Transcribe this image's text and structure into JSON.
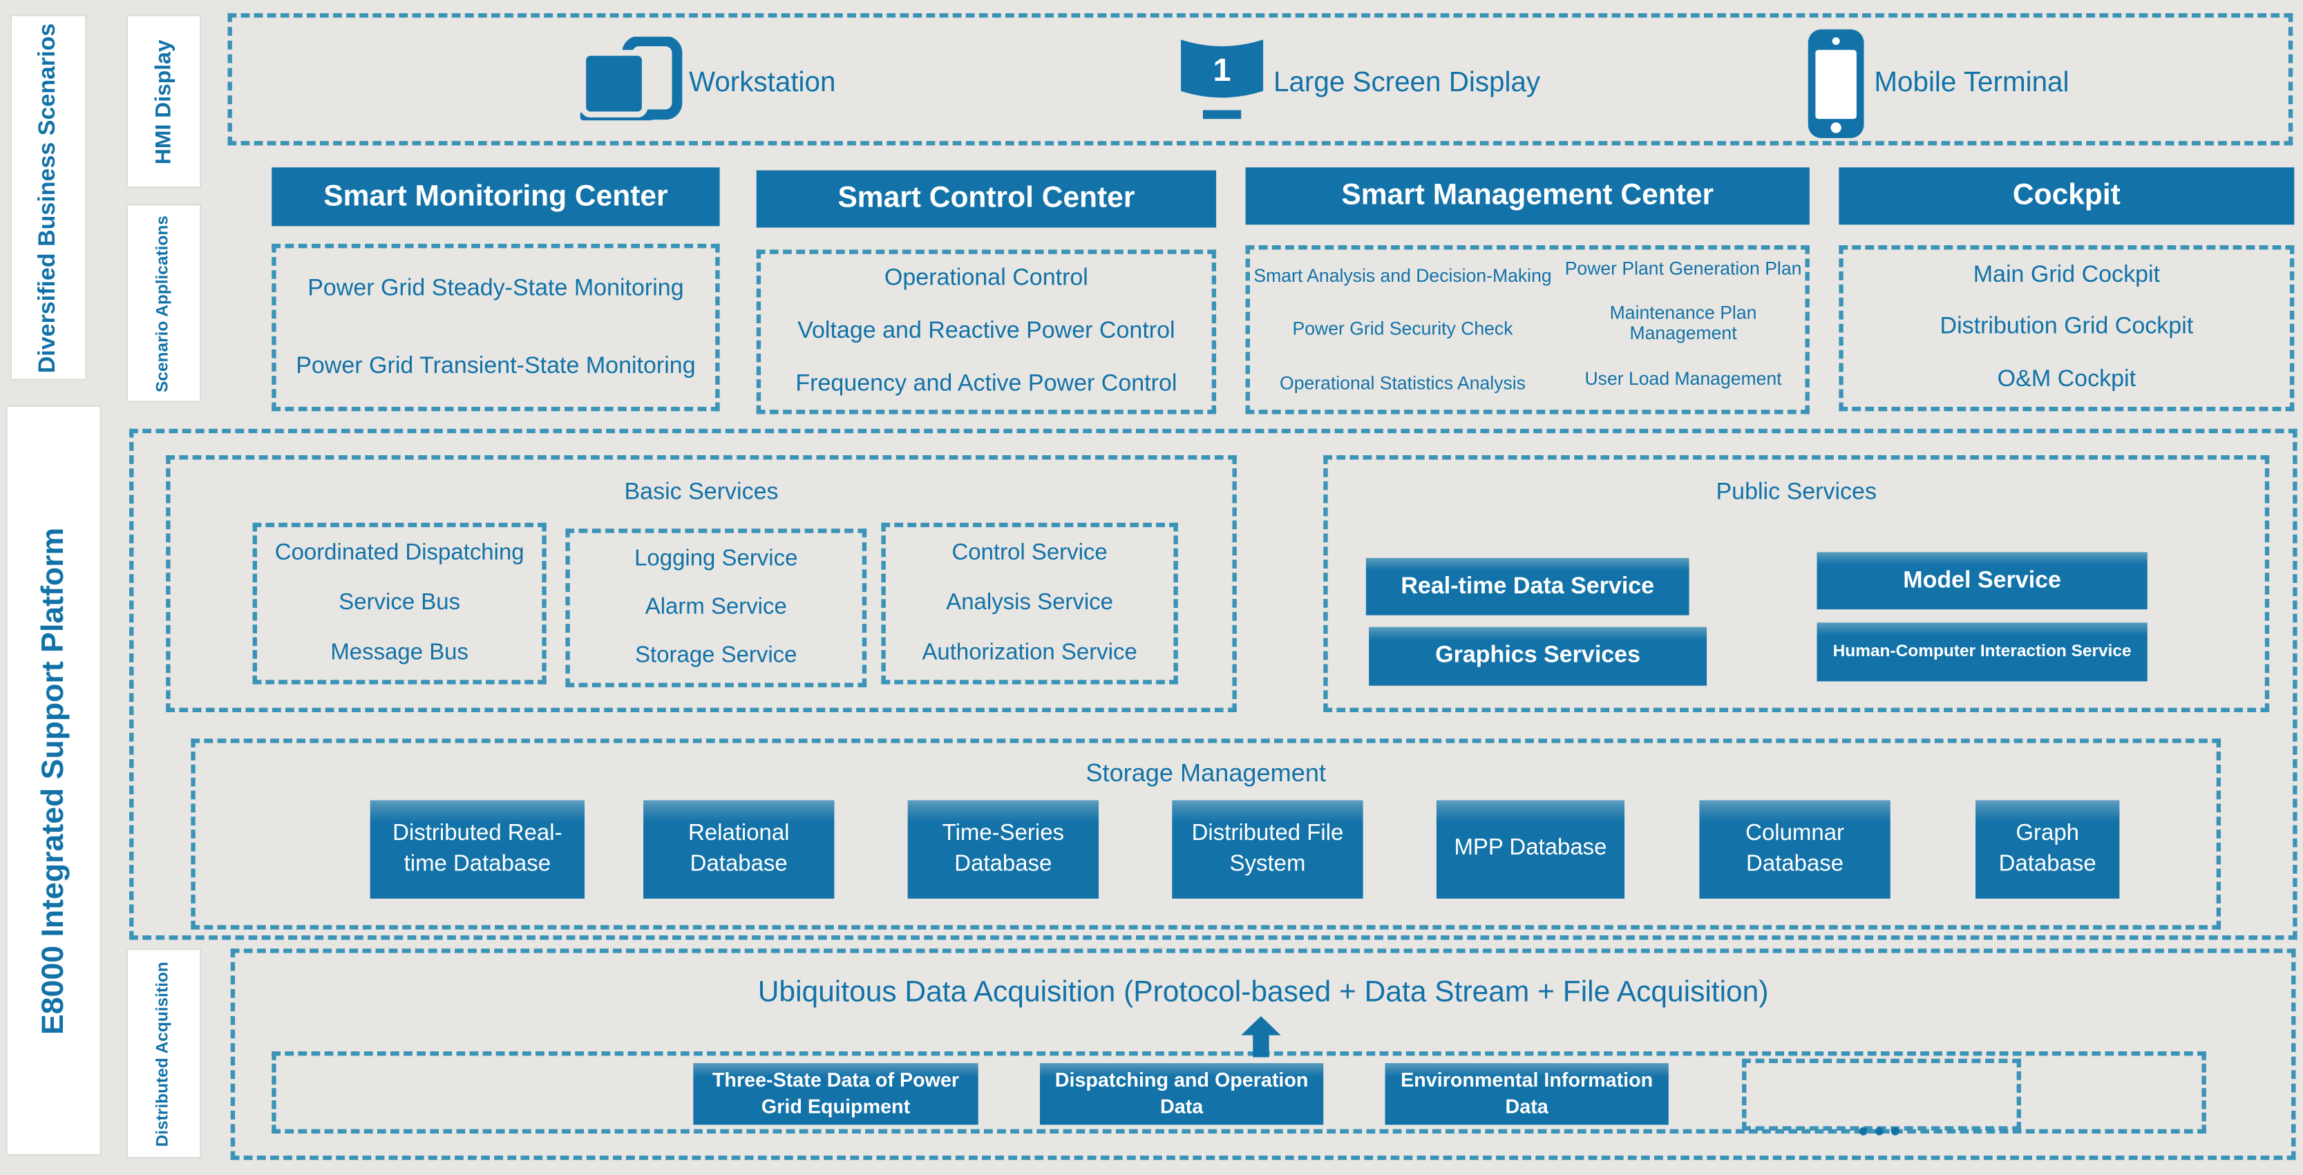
{
  "colors": {
    "accent_blue": "#1373a9",
    "text_blue": "#1272a8",
    "dashed_border": "#3b93b7",
    "background": "#e7e6e3",
    "panel_white": "#ffffff"
  },
  "rail": {
    "business": "Diversified Business Scenarios",
    "platform": "E8000 Integrated Support Platform",
    "hmi": "HMI Display",
    "scenario": "Scenario Applications",
    "acquisition": "Distributed Acquisition"
  },
  "hmi_row": {
    "workstation": "Workstation",
    "large_screen": "Large Screen Display",
    "large_screen_badge": "1",
    "mobile": "Mobile Terminal"
  },
  "scenario": {
    "monitoring": {
      "title": "Smart Monitoring Center",
      "items": [
        "Power Grid Steady-State Monitoring",
        "Power Grid Transient-State Monitoring"
      ]
    },
    "control": {
      "title": "Smart Control Center",
      "items": [
        "Operational Control",
        "Voltage and Reactive Power Control",
        "Frequency and Active Power Control"
      ]
    },
    "management": {
      "title": "Smart Management Center",
      "left": [
        "Smart Analysis and Decision-Making",
        "Power Grid Security Check",
        "Operational Statistics Analysis"
      ],
      "right": [
        "Power Plant Generation Plan",
        "Maintenance Plan Management",
        "User Load Management"
      ]
    },
    "cockpit": {
      "title": "Cockpit",
      "items": [
        "Main Grid Cockpit",
        "Distribution Grid Cockpit",
        "O&M Cockpit"
      ]
    }
  },
  "platform": {
    "basic": {
      "title": "Basic Services",
      "box1": [
        "Coordinated Dispatching",
        "Service Bus",
        "Message Bus"
      ],
      "box2": [
        "Logging Service",
        "Alarm Service",
        "Storage Service"
      ],
      "box3": [
        "Control Service",
        "Analysis Service",
        "Authorization Service"
      ]
    },
    "public": {
      "title": "Public Services",
      "boxes": [
        "Real-time Data Service",
        "Model Service",
        "Graphics Services",
        "Human-Computer Interaction Service"
      ]
    },
    "storage": {
      "title": "Storage Management",
      "boxes": [
        "Distributed Real-time Database",
        "Relational Database",
        "Time-Series Database",
        "Distributed File System",
        "MPP Database",
        "Columnar Database",
        "Graph Database"
      ]
    }
  },
  "acquisition": {
    "title": "Ubiquitous Data Acquisition (Protocol-based + Data Stream + File Acquisition)",
    "boxes": [
      "Three-State Data of Power Grid Equipment",
      "Dispatching and Operation Data",
      "Environmental Information Data"
    ],
    "ellipsis": "●●●"
  }
}
